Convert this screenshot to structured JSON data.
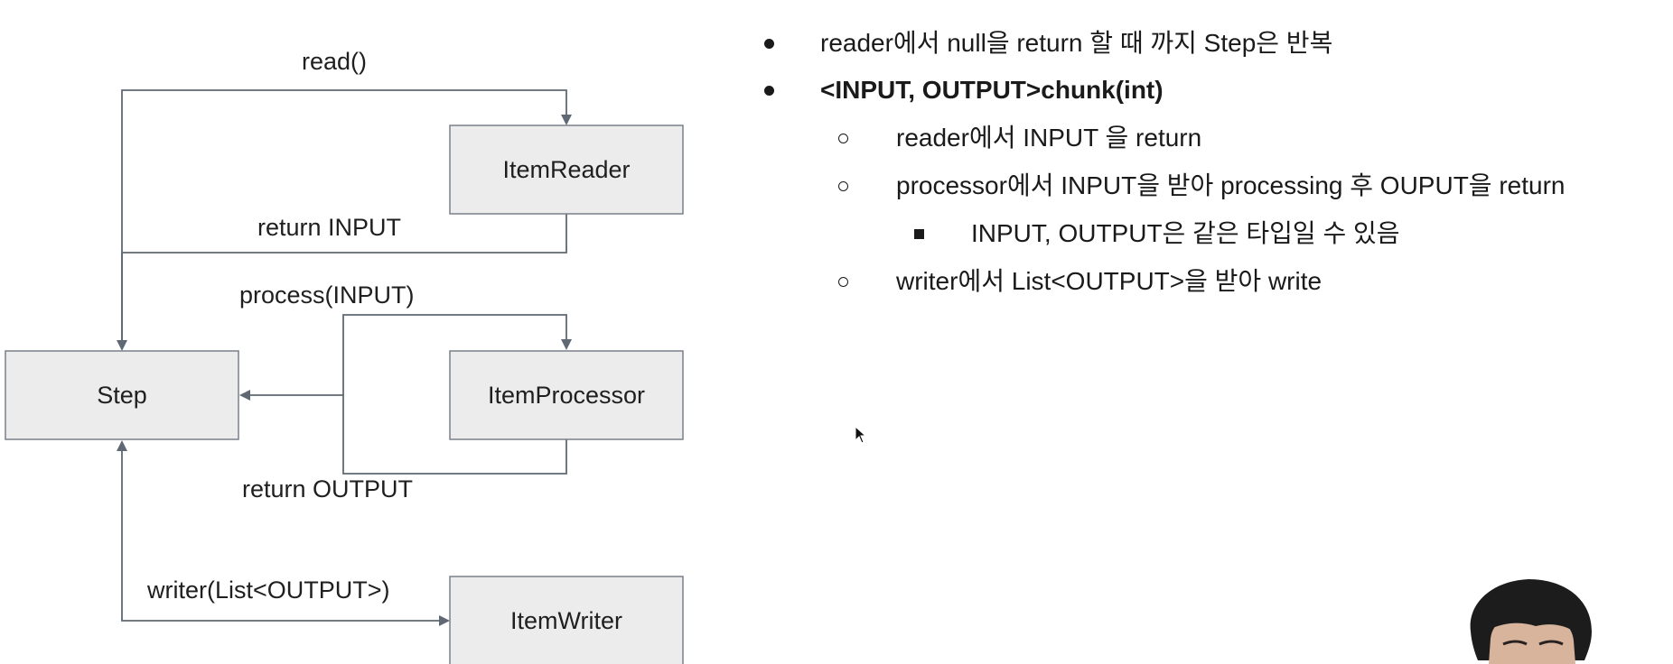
{
  "diagram": {
    "boxes": {
      "item_reader": "ItemReader",
      "step": "Step",
      "item_processor": "ItemProcessor",
      "item_writer": "ItemWriter"
    },
    "labels": {
      "read": "read()",
      "return_input": "return INPUT",
      "process": "process(INPUT)",
      "return_output": "return OUTPUT",
      "writer": "writer(List<OUTPUT>)"
    },
    "colors": {
      "box_fill": "#ececec",
      "box_border": "#7a8088",
      "line": "#5f6873"
    }
  },
  "notes": [
    {
      "level": 1,
      "bullet": "filled-circle-icon",
      "bold": false,
      "text": "reader에서 null을 return 할 때 까지 Step은 반복"
    },
    {
      "level": 1,
      "bullet": "filled-circle-icon",
      "bold": true,
      "text": "<INPUT, OUTPUT>chunk(int)"
    },
    {
      "level": 2,
      "bullet": "hollow-circle-icon",
      "bold": false,
      "text": "reader에서 INPUT 을 return"
    },
    {
      "level": 2,
      "bullet": "hollow-circle-icon",
      "bold": false,
      "text": "processor에서 INPUT을 받아 processing 후 OUPUT을 return"
    },
    {
      "level": 3,
      "bullet": "filled-square-icon",
      "bold": false,
      "text": "INPUT, OUTPUT은 같은 타입일 수 있음"
    },
    {
      "level": 2,
      "bullet": "hollow-circle-icon",
      "bold": false,
      "text": "writer에서 List<OUTPUT>을 받아 write"
    }
  ]
}
